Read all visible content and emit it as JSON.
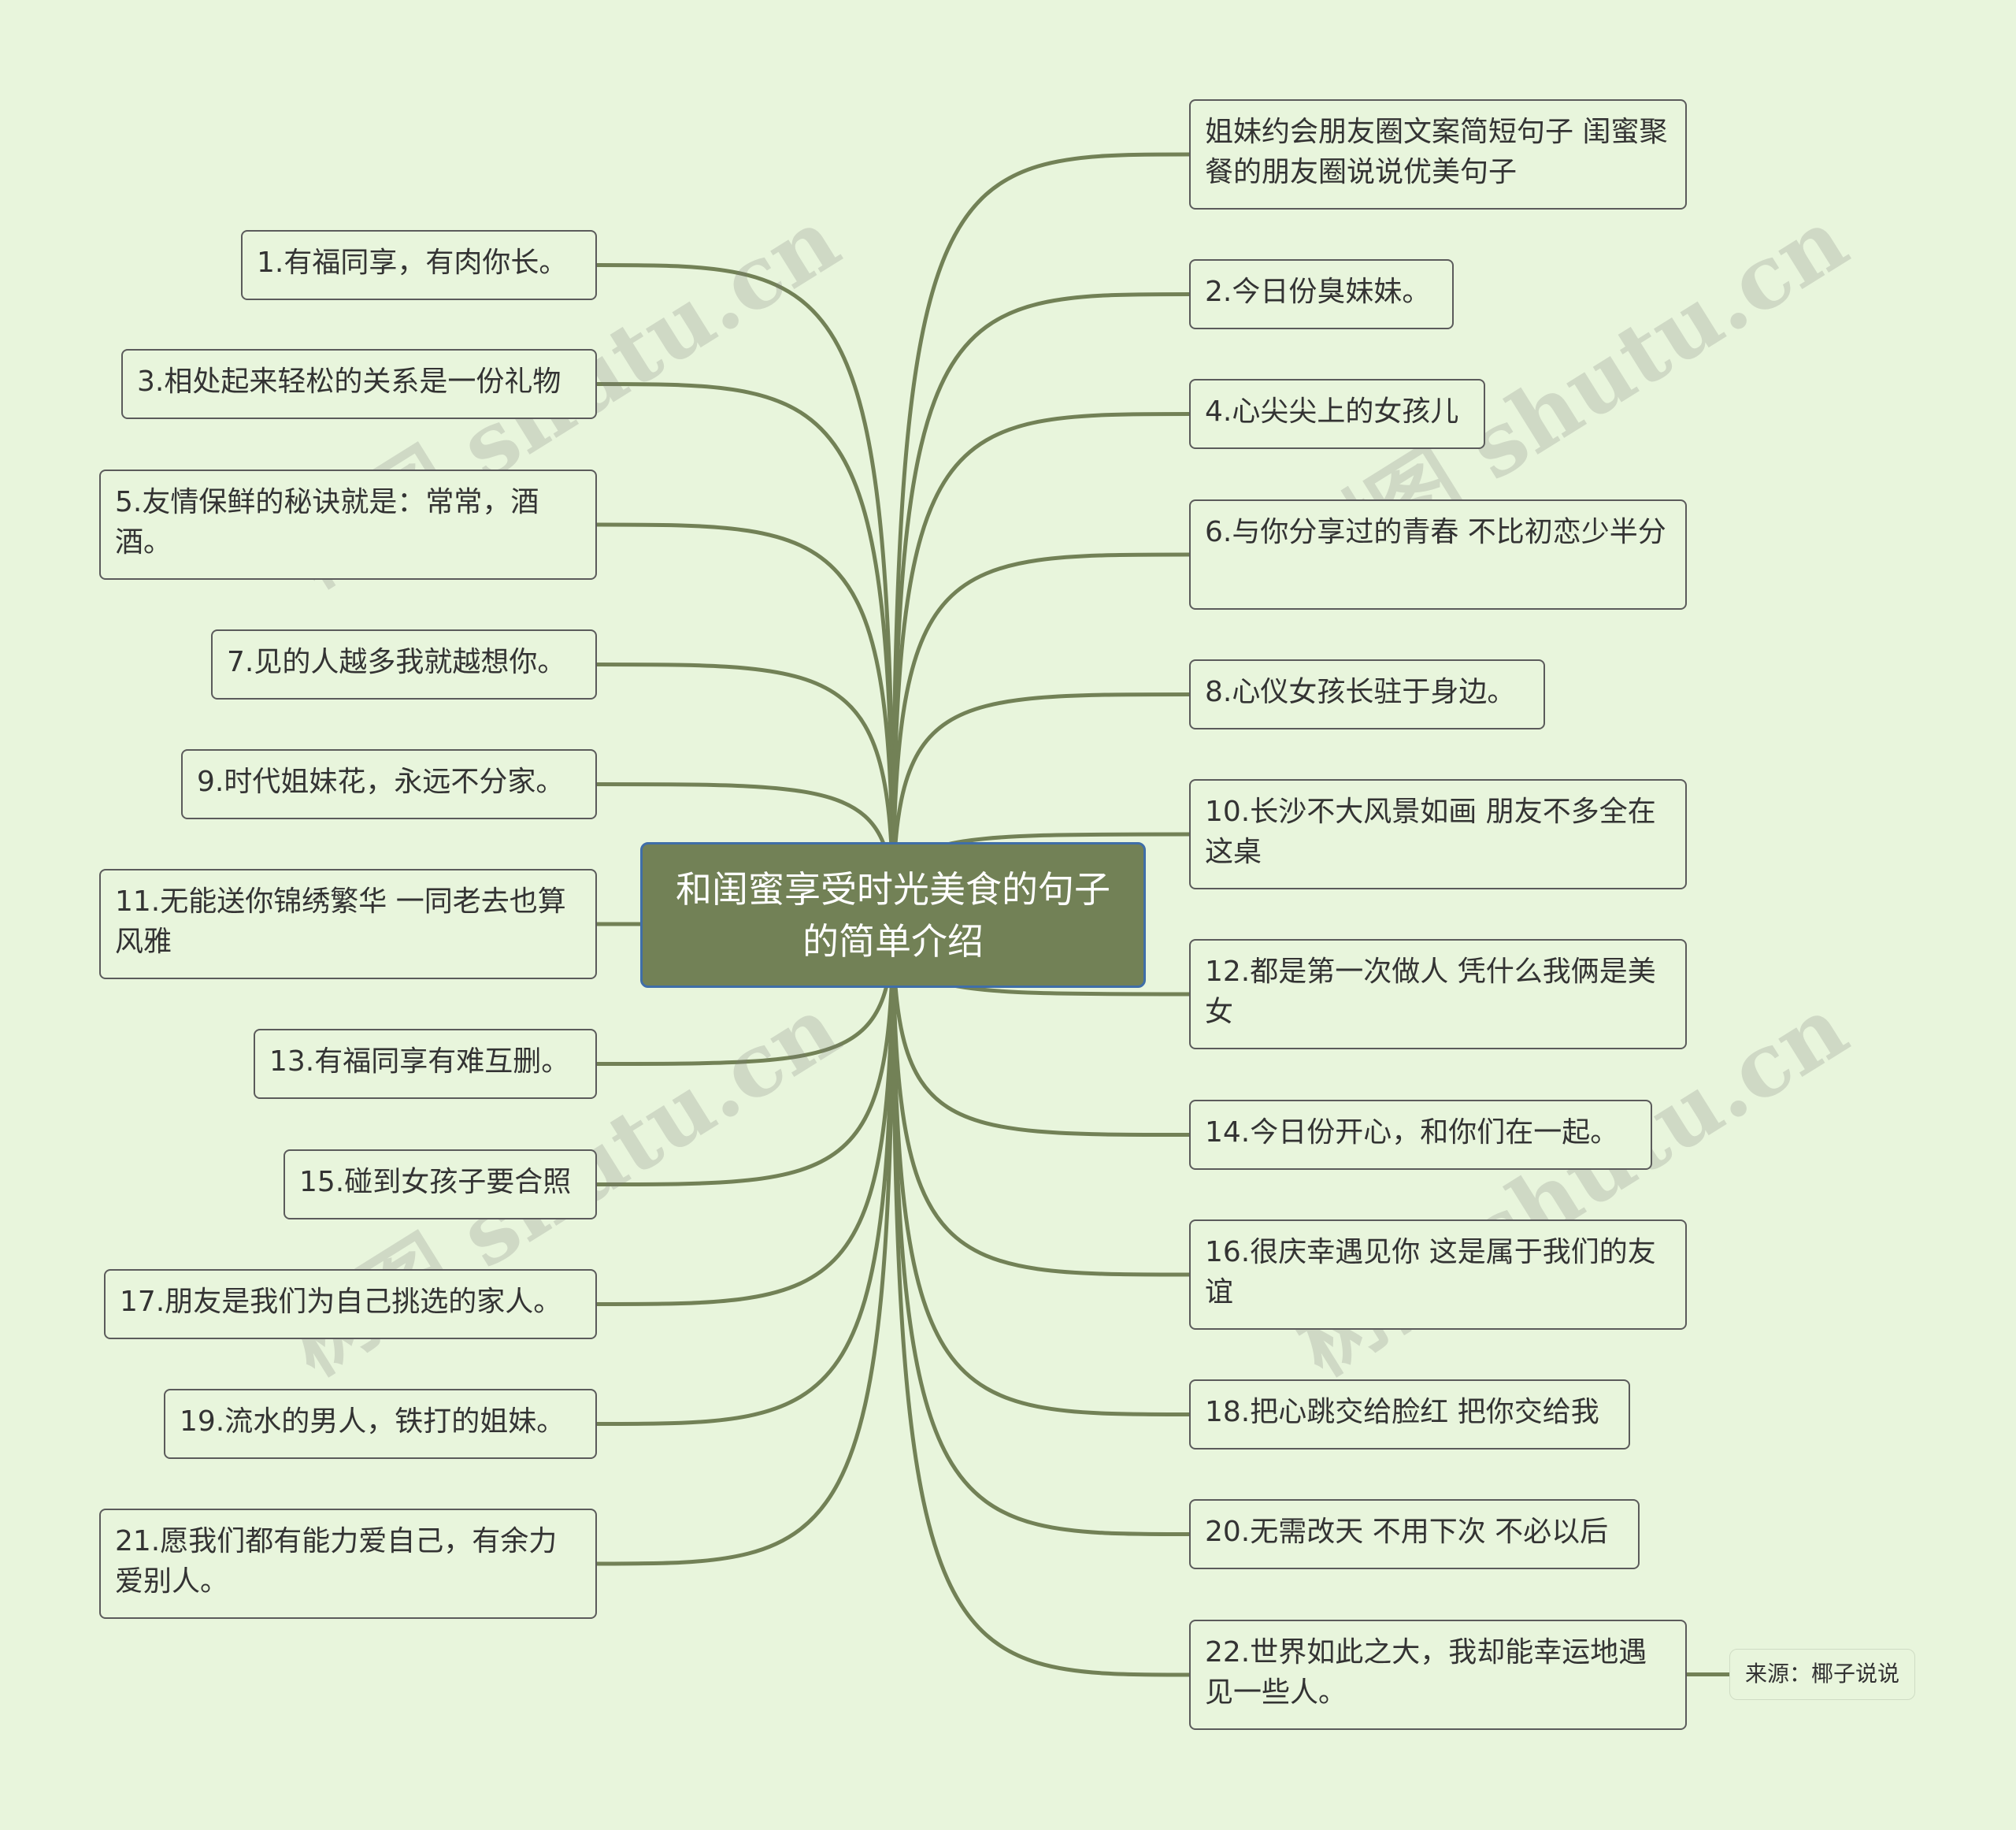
{
  "root": {
    "text": "和闺蜜享受时光美食的句子的简单介绍"
  },
  "watermark": "树图 shutu.cn",
  "colors": {
    "background": "#e8f5dc",
    "root": "#728156",
    "link": "#728156"
  },
  "left_nodes": [
    {
      "id": "l1",
      "text": "1.有福同享，有肉你长。"
    },
    {
      "id": "l3",
      "text": "3.相处起来轻松的关系是一份礼物"
    },
    {
      "id": "l5",
      "text": "5.友情保鲜的秘诀就是：常常，酒酒。"
    },
    {
      "id": "l7",
      "text": "7.见的人越多我就越想你。"
    },
    {
      "id": "l9",
      "text": "9.时代姐妹花，永远不分家。"
    },
    {
      "id": "l11",
      "text": "11.无能送你锦绣繁华 一同老去也算风雅"
    },
    {
      "id": "l13",
      "text": "13.有福同享有难互删。"
    },
    {
      "id": "l15",
      "text": "15.碰到女孩子要合照"
    },
    {
      "id": "l17",
      "text": "17.朋友是我们为自己挑选的家人。"
    },
    {
      "id": "l19",
      "text": "19.流水的男人，铁打的姐妹。"
    },
    {
      "id": "l21",
      "text": "21.愿我们都有能力爱自己，有余力爱别人。"
    }
  ],
  "right_nodes": [
    {
      "id": "r0",
      "text": "姐妹约会朋友圈文案简短句子 闺蜜聚餐的朋友圈说说优美句子"
    },
    {
      "id": "r2",
      "text": "2.今日份臭妹妹。"
    },
    {
      "id": "r4",
      "text": "4.心尖尖上的女孩儿"
    },
    {
      "id": "r6",
      "text": "6.与你分享过的青春 不比初恋少半分"
    },
    {
      "id": "r8",
      "text": "8.心仪女孩长驻于身边。"
    },
    {
      "id": "r10",
      "text": "10.长沙不大风景如画 朋友不多全在这桌"
    },
    {
      "id": "r12",
      "text": "12.都是第一次做人 凭什么我俩是美女"
    },
    {
      "id": "r14",
      "text": "14.今日份开心，和你们在一起。"
    },
    {
      "id": "r16",
      "text": "16.很庆幸遇见你 这是属于我们的友谊"
    },
    {
      "id": "r18",
      "text": "18.把心跳交给脸红 把你交给我"
    },
    {
      "id": "r20",
      "text": "20.无需改天 不用下次 不必以后"
    },
    {
      "id": "r22",
      "text": "22.世界如此之大，我却能幸运地遇见一些人。"
    }
  ],
  "source": {
    "text": "来源：椰子说说"
  }
}
